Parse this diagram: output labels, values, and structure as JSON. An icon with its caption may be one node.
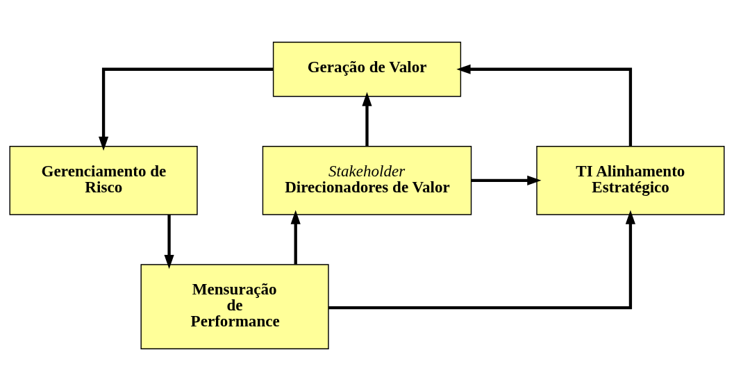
{
  "diagram": {
    "nodes": [
      {
        "text": [
          "Geração de Valor"
        ]
      },
      {
        "text": [
          "TI Alinhamento Estratégico"
        ]
      },
      {
        "text": [
          "Stakeholder",
          "Direcionadores de Valor"
        ]
      },
      {
        "text": [
          "Gerenciamento de Risco"
        ]
      },
      {
        "text": [
          "Mensuração de Performance"
        ]
      }
    ],
    "edges": [
      {
        "from": 1,
        "to": 0,
        "arrow": "to"
      },
      {
        "from": 0,
        "to": 3,
        "arrow": "to"
      },
      {
        "from": 2,
        "to": 0,
        "arrow": "to"
      },
      {
        "from": 2,
        "to": 1,
        "arrow": "to"
      },
      {
        "from": 4,
        "to": 2,
        "arrow": "to"
      },
      {
        "from": 4,
        "to": 1,
        "arrow": "to"
      },
      {
        "from": 3,
        "to": 4,
        "arrow": "to"
      }
    ]
  }
}
